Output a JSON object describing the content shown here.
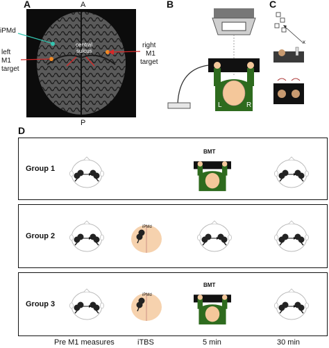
{
  "panels": {
    "a": {
      "letter": "A",
      "top": "A",
      "bottom": "P",
      "ipmd": "iPMd",
      "left_target": [
        "left",
        "M1",
        "target"
      ],
      "central_sulcus": [
        "central",
        "sulcus"
      ],
      "right_target": [
        "right",
        "M1",
        "target"
      ]
    },
    "b": {
      "letter": "B",
      "left_hand": "L",
      "right_hand": "R"
    },
    "c": {
      "letter": "C",
      "end_marker": "x"
    },
    "d": {
      "letter": "D"
    }
  },
  "groups": [
    {
      "label": "Group 1",
      "bmt_label": "BMT"
    },
    {
      "label": "Group 2",
      "itbs_label": "iPMd"
    },
    {
      "label": "Group 3",
      "itbs_label": "iPMd",
      "bmt_label": "BMT"
    }
  ],
  "timeline": [
    "Pre M1 measures",
    "iTBS",
    "5 min",
    "30 min"
  ],
  "colors": {
    "ipmd_marker": "#35c4b0",
    "m1_marker": "#f08a24",
    "arrow": "#d62828",
    "brain": "#4a4a4a",
    "skin": "#f4c79a",
    "shirt": "#2e6b1e"
  }
}
